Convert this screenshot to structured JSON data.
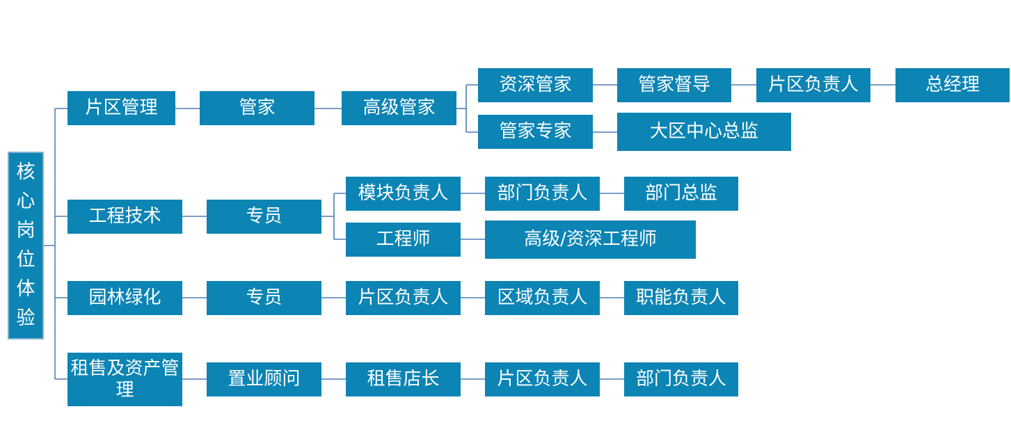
{
  "colors": {
    "box": "#0C84B4",
    "line": "#4F7DB0",
    "text": "#ffffff"
  },
  "root": {
    "chars": [
      "核",
      "心",
      "岗",
      "位",
      "体",
      "验"
    ]
  },
  "rows": {
    "r1": {
      "category": "片区管理",
      "l2": "管家",
      "l3": "高级管家",
      "upper": [
        "资深管家",
        "管家督导",
        "片区负责人",
        "总经理"
      ],
      "lower": [
        "管家专家",
        "大区中心总监"
      ]
    },
    "r2": {
      "category": "工程技术",
      "l2": "专员",
      "upper": [
        "模块负责人",
        "部门负责人",
        "部门总监"
      ],
      "lower": [
        "工程师",
        "高级/资深工程师"
      ]
    },
    "r3": {
      "category": "园林绿化",
      "chain": [
        "专员",
        "片区负责人",
        "区域负责人",
        "职能负责人"
      ]
    },
    "r4": {
      "category": "租售及资产管理",
      "chain": [
        "置业顾问",
        "租售店长",
        "片区负责人",
        "部门负责人"
      ]
    }
  }
}
